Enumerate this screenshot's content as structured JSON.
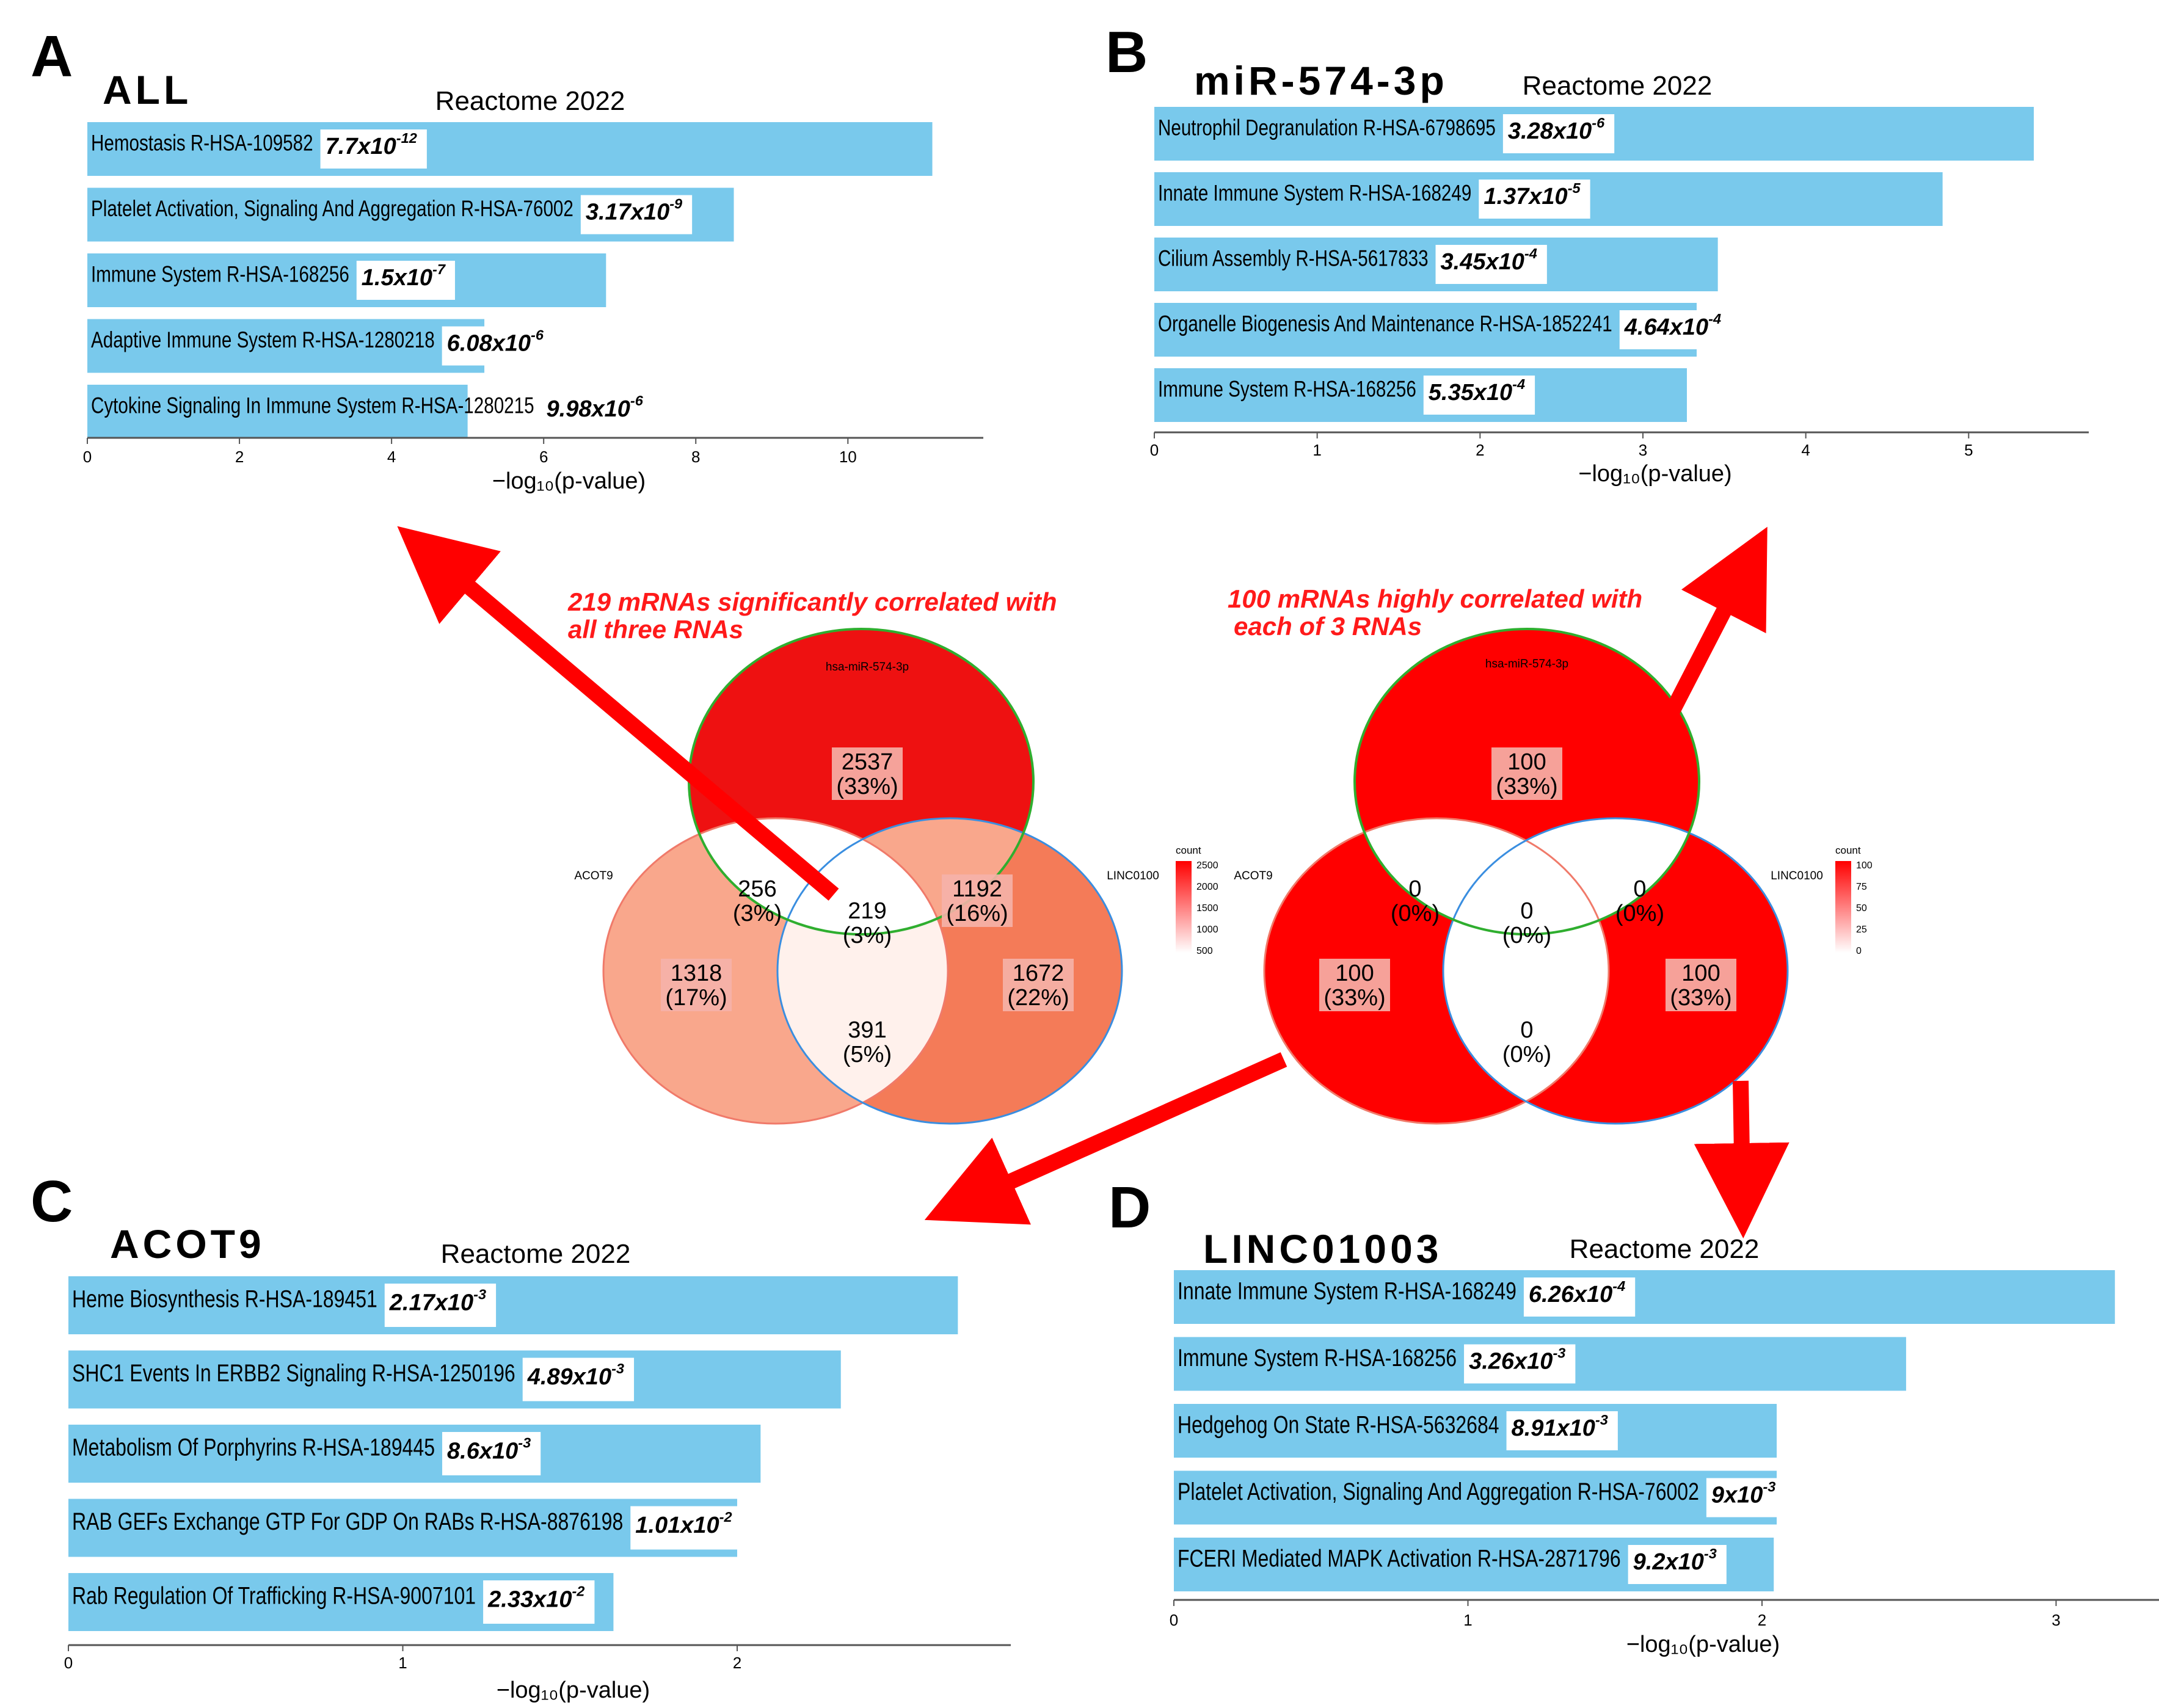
{
  "chart_data": [
    {
      "type": "bar",
      "panel": "A",
      "subtitle": "ALL",
      "title": "Reactome 2022",
      "xlabel": "−log₁₀(p-value)",
      "xticks": [
        0,
        2,
        4,
        6,
        8,
        10
      ],
      "xlim": [
        0,
        11.7
      ],
      "categories": [
        "Hemostasis R-HSA-109582",
        "Platelet Activation, Signaling And Aggregation R-HSA-76002",
        "Immune System R-HSA-168256",
        "Adaptive Immune System R-HSA-1280218",
        "Cytokine Signaling In Immune System R-HSA-1280215"
      ],
      "values": [
        11.11,
        8.5,
        6.82,
        5.22,
        5.0
      ],
      "pvalues": [
        {
          "m": "7.7x10",
          "e": "-12"
        },
        {
          "m": "3.17x10",
          "e": "-9"
        },
        {
          "m": "1.5x10",
          "e": "-7"
        },
        {
          "m": "6.08x10",
          "e": "-6"
        },
        {
          "m": "9.98x10",
          "e": "-6"
        }
      ]
    },
    {
      "type": "bar",
      "panel": "B",
      "subtitle": "miR-574-3p",
      "title": "Reactome 2022",
      "xlabel": "−log₁₀(p-value)",
      "xticks": [
        0,
        1,
        2,
        3,
        4,
        5
      ],
      "xlim": [
        0,
        5.7
      ],
      "categories": [
        "Neutrophil Degranulation R-HSA-6798695",
        "Innate Immune System R-HSA-168249",
        "Cilium Assembly R-HSA-5617833",
        "Organelle Biogenesis And Maintenance R-HSA-1852241",
        "Immune System R-HSA-168256"
      ],
      "values": [
        5.4,
        4.84,
        3.46,
        3.33,
        3.27
      ],
      "pvalues": [
        {
          "m": "3.28x10",
          "e": "-6"
        },
        {
          "m": "1.37x10",
          "e": "-5"
        },
        {
          "m": "3.45x10",
          "e": "-4"
        },
        {
          "m": "4.64x10",
          "e": "-4"
        },
        {
          "m": "5.35x10",
          "e": "-4"
        }
      ]
    },
    {
      "type": "bar",
      "panel": "C",
      "subtitle": "ACOT9",
      "title": "Reactome 2022",
      "xlabel": "−log₁₀(p-value)",
      "xticks": [
        0,
        1,
        2
      ],
      "xlim": [
        0,
        2.8
      ],
      "categories": [
        "Heme Biosynthesis R-HSA-189451",
        "SHC1 Events In ERBB2 Signaling R-HSA-1250196",
        "Metabolism Of Porphyrins R-HSA-189445",
        "RAB GEFs Exchange GTP For GDP On RABs R-HSA-8876198",
        "Rab Regulation Of Trafficking R-HSA-9007101"
      ],
      "values": [
        2.66,
        2.31,
        2.07,
        2.0,
        1.63
      ],
      "pvalues": [
        {
          "m": "2.17x10",
          "e": "-3"
        },
        {
          "m": "4.89x10",
          "e": "-3"
        },
        {
          "m": "8.6x10",
          "e": "-3"
        },
        {
          "m": "1.01x10",
          "e": "-2"
        },
        {
          "m": "2.33x10",
          "e": "-2"
        }
      ]
    },
    {
      "type": "bar",
      "panel": "D",
      "subtitle": "LINC01003",
      "title": "Reactome 2022",
      "xlabel": "−log₁₀(p-value)",
      "xticks": [
        0,
        1,
        2,
        3
      ],
      "xlim": [
        0,
        3.35
      ],
      "categories": [
        "Innate Immune System R-HSA-168249",
        "Immune System R-HSA-168256",
        "Hedgehog On State R-HSA-5632684",
        "Platelet Activation, Signaling And Aggregation R-HSA-76002",
        "FCERI Mediated MAPK Activation R-HSA-2871796"
      ],
      "values": [
        3.2,
        2.49,
        2.05,
        2.05,
        2.04
      ],
      "pvalues": [
        {
          "m": "6.26x10",
          "e": "-4"
        },
        {
          "m": "3.26x10",
          "e": "-3"
        },
        {
          "m": "8.91x10",
          "e": "-3"
        },
        {
          "m": "9x10",
          "e": "-3"
        },
        {
          "m": "9.2x10",
          "e": "-3"
        }
      ]
    }
  ],
  "venns": [
    {
      "top_label": "hsa-miR-574-3p",
      "left_label": "ACOT9",
      "right_label": "LINC0100",
      "legend_title": "count",
      "legend_ticks": [
        "2500",
        "2000",
        "1500",
        "1000",
        "500"
      ],
      "note": "219 mRNAs significantly correlated with all three RNAs",
      "regions": {
        "top_only": {
          "count": "2537",
          "pct": "(33%)"
        },
        "left_only": {
          "count": "1318",
          "pct": "(17%)"
        },
        "right_only": {
          "count": "1672",
          "pct": "(22%)"
        },
        "top_left": {
          "count": "256",
          "pct": "(3%)"
        },
        "top_right": {
          "count": "1192",
          "pct": "(16%)"
        },
        "left_right": {
          "count": "391",
          "pct": "(5%)"
        },
        "center": {
          "count": "219",
          "pct": "(3%)"
        }
      },
      "colors": {
        "top_only": "#ee1111",
        "left_only": "#f9a78c",
        "right_only": "#f47b58",
        "top_left": "#ffffff",
        "top_right": "#f9a78c",
        "left_right": "#fff1ec",
        "center": "#ffffff"
      }
    },
    {
      "top_label": "hsa-miR-574-3p",
      "left_label": "ACOT9",
      "right_label": "LINC0100",
      "legend_title": "count",
      "legend_ticks": [
        "100",
        "75",
        "50",
        "25",
        "0"
      ],
      "note": "100 mRNAs highly correlated with each of 3 RNAs",
      "regions": {
        "top_only": {
          "count": "100",
          "pct": "(33%)"
        },
        "left_only": {
          "count": "100",
          "pct": "(33%)"
        },
        "right_only": {
          "count": "100",
          "pct": "(33%)"
        },
        "top_left": {
          "count": "0",
          "pct": "(0%)"
        },
        "top_right": {
          "count": "0",
          "pct": "(0%)"
        },
        "left_right": {
          "count": "0",
          "pct": "(0%)"
        },
        "center": {
          "count": "0",
          "pct": "(0%)"
        }
      },
      "colors": {
        "top_only": "#ff0000",
        "left_only": "#ff0000",
        "right_only": "#ff0000",
        "top_left": "#ffffff",
        "top_right": "#ffffff",
        "left_right": "#ffffff",
        "center": "#ffffff"
      }
    }
  ],
  "colors": {
    "bar": "#79c9ec",
    "arrow": "#ff0000",
    "note": "#ff1a1a"
  }
}
